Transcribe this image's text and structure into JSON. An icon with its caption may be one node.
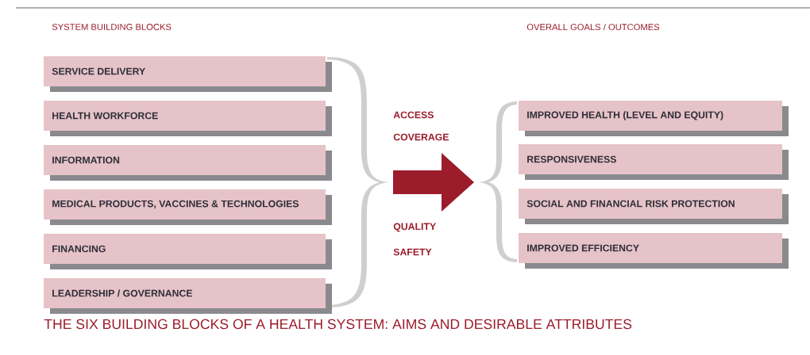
{
  "diagram": {
    "caption": "THE SIX BUILDING BLOCKS OF A HEALTH SYSTEM: AIMS AND DESIRABLE ATTRIBUTES",
    "nodes": [
      {
        "text": [
          "SERVICE DELIVERY"
        ]
      },
      {
        "text": [
          "HEALTH WORKFORCE"
        ]
      },
      {
        "text": [
          "INFORMATION"
        ]
      },
      {
        "text": [
          "MEDICAL PRODUCTS, VACCINES & TECHNOLOGIES"
        ]
      },
      {
        "text": [
          "FINANCING"
        ]
      },
      {
        "text": [
          "LEADERSHIP / GOVERNANCE"
        ]
      },
      {
        "text": [
          "IMPROVED HEALTH (LEVEL AND EQUITY)"
        ]
      },
      {
        "text": [
          "RESPONSIVENESS"
        ]
      },
      {
        "text": [
          "SOCIAL AND FINANCIAL RISK PROTECTION"
        ]
      },
      {
        "text": [
          "IMPROVED EFFICIENCY"
        ]
      }
    ],
    "labels": [
      "SYSTEM BUILDING BLOCKS",
      "OVERALL GOALS / OUTCOMES",
      "ACCESS",
      "COVERAGE",
      "QUALITY",
      "SAFETY"
    ]
  }
}
